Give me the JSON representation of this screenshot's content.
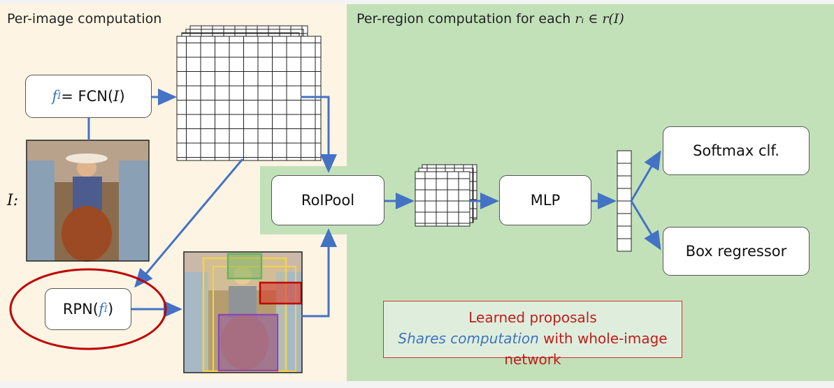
{
  "labels": {
    "per_image": "Per-image computation",
    "per_region_prefix": "Per-region computation for each ",
    "per_region_math": "rᵢ ∈ r(I)"
  },
  "fcn": {
    "f": "f",
    "sub": "I",
    "eq": " = FCN(",
    "arg": "I",
    "close": ")"
  },
  "rpn": {
    "text": "RPN(",
    "f": "f",
    "sub": "I",
    "close": ")"
  },
  "image_label": "I:",
  "roipool": "RoIPool",
  "mlp": "MLP",
  "softmax": "Softmax clf.",
  "boxreg": "Box regressor",
  "caption": {
    "line1": "Learned proposals",
    "blue": "Shares computation",
    "red": " with whole-image network"
  },
  "colors": {
    "arrow": "#4472c4",
    "rpn_ellipse": "#c00000",
    "left_bg": "#fdf4e3",
    "right_bg": "#c2e1b9"
  },
  "proposal_colors": [
    "#f2d34c",
    "#f2d34c",
    "#6cb35a",
    "#d93a2e",
    "#8a4bb3"
  ],
  "icons": [
    "cowboy-photo",
    "cowboy-photo-with-proposals"
  ]
}
